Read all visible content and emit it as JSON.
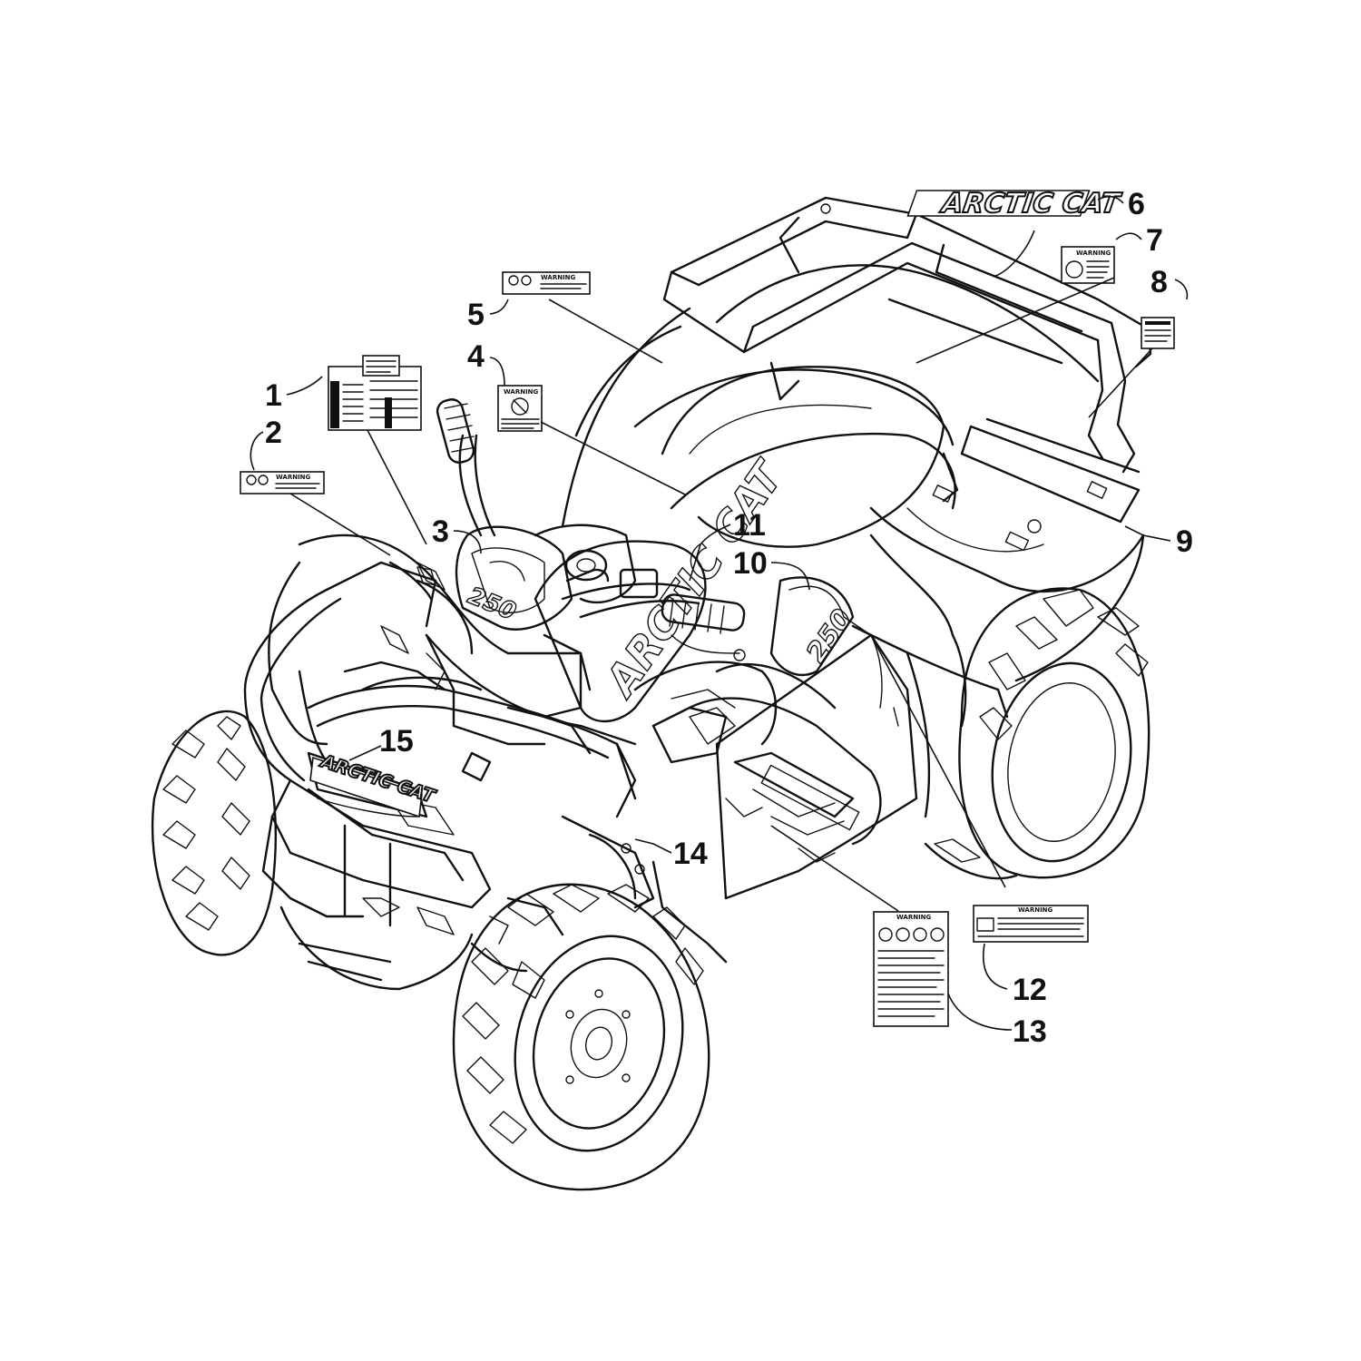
{
  "diagram": {
    "callouts": [
      {
        "id": "1",
        "label": "1"
      },
      {
        "id": "2",
        "label": "2"
      },
      {
        "id": "3",
        "label": "3"
      },
      {
        "id": "4",
        "label": "4"
      },
      {
        "id": "5",
        "label": "5"
      },
      {
        "id": "6",
        "label": "6"
      },
      {
        "id": "7",
        "label": "7"
      },
      {
        "id": "8",
        "label": "8"
      },
      {
        "id": "9",
        "label": "9"
      },
      {
        "id": "10",
        "label": "10"
      },
      {
        "id": "11",
        "label": "11"
      },
      {
        "id": "12",
        "label": "12"
      },
      {
        "id": "13",
        "label": "13"
      },
      {
        "id": "14",
        "label": "14"
      },
      {
        "id": "15",
        "label": "15"
      }
    ],
    "decals": {
      "rear_logo": "ARCTIC CAT",
      "front_logo": "ARCTIC CAT",
      "side_logo": "ARCTIC CAT",
      "model_front": "250",
      "model_side": "250",
      "warning_label": "WARNING"
    }
  }
}
